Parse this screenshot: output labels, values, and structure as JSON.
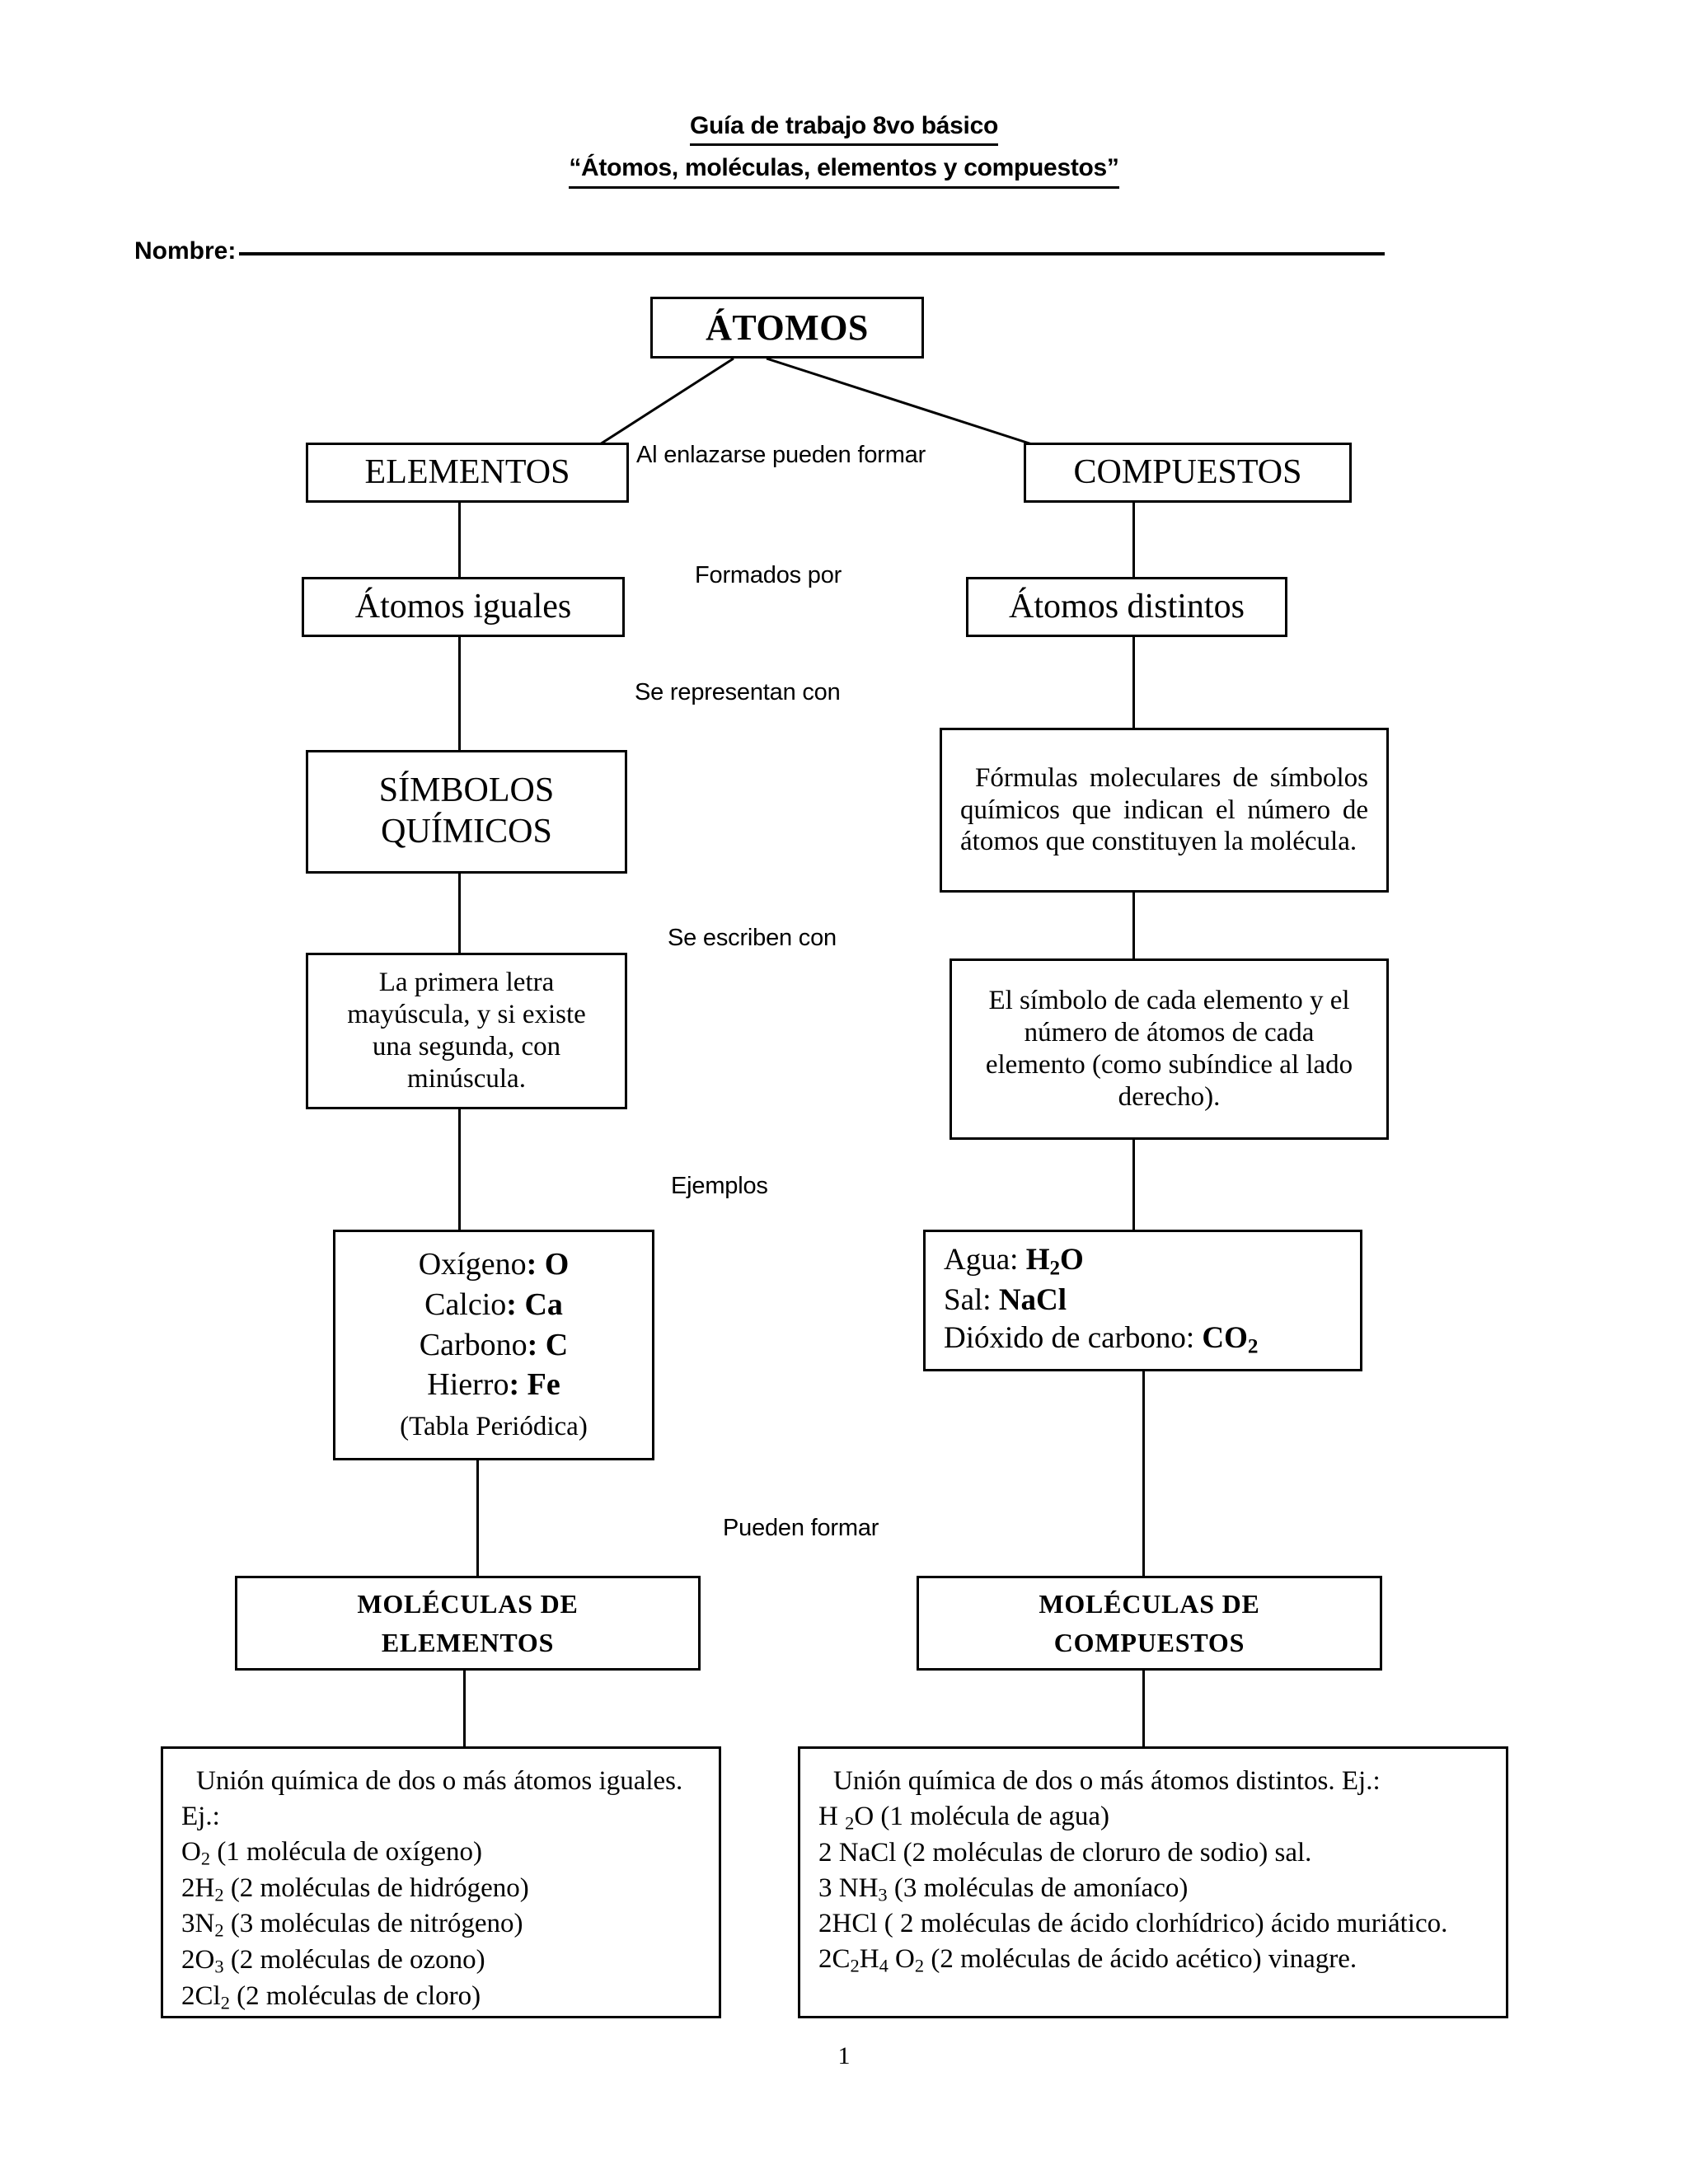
{
  "header": {
    "title_line1": "Guía de trabajo 8vo básico",
    "title_line2": "“Átomos, moléculas, elementos y compuestos”",
    "name_label": "Nombre:"
  },
  "diagram": {
    "nodes": {
      "atomos": "ÁTOMOS",
      "elementos": "ELEMENTOS",
      "compuestos": "COMPUESTOS",
      "atomos_iguales": "Átomos iguales",
      "atomos_distintos": "Átomos distintos",
      "simbolos_quimicos_l1": "SÍMBOLOS",
      "simbolos_quimicos_l2": "QUÍMICOS",
      "formulas_moleculares": "Fórmulas moleculares de símbolos químicos que indican el número de átomos que constituyen la molécula.",
      "primera_letra": "La primera letra mayúscula, y si existe una segunda, con minúscula.",
      "simbolo_cada_elemento": "El símbolo de cada elemento y el número de átomos de cada elemento (como subíndice al lado derecho).",
      "moleculas_elementos_l1": "MOLÉCULAS DE",
      "moleculas_elementos_l2": "ELEMENTOS",
      "moleculas_compuestos_l1": "MOLÉCULAS DE",
      "moleculas_compuestos_l2": "COMPUESTOS"
    },
    "connector_labels": {
      "al_enlazarse": "Al enlazarse pueden formar",
      "formados_por": "Formados  por",
      "se_representan_con": "Se representan con",
      "se_escriben_con": "Se escriben con",
      "ejemplos": "Ejemplos",
      "pueden_formar": "Pueden formar"
    },
    "examples_elements": {
      "lines": [
        {
          "name": "Oxígeno",
          "symbol": "O"
        },
        {
          "name": "Calcio",
          "symbol": "Ca"
        },
        {
          "name": "Carbono",
          "symbol": "C"
        },
        {
          "name": "Hierro",
          "symbol": "Fe"
        }
      ],
      "footnote": "(Tabla Periódica)"
    },
    "examples_compounds": {
      "lines": [
        {
          "name": "Agua:",
          "formula": "H2O"
        },
        {
          "name": "Sal:",
          "formula": "NaCl"
        },
        {
          "name": "Dióxido de carbono:",
          "formula": "CO2"
        }
      ]
    },
    "molecules_elements_detail": {
      "intro": "Unión  química  de dos o más átomos iguales.  Ej.:",
      "items": [
        "O2 (1 molécula  de oxígeno)",
        "2H2 (2 moléculas  de hidrógeno)",
        "3N2 (3 moléculas  de nitrógeno)",
        "2O3 (2 moléculas  de ozono)",
        "2Cl2 (2 moléculas  de cloro)"
      ]
    },
    "molecules_compounds_detail": {
      "intro": "Unión  química  de dos o más átomos distintos.  Ej.:",
      "items": [
        "H 2O (1 molécula  de agua)",
        "2 NaCl (2 moléculas  de cloruro de sodio)  sal.",
        "3 NH3 (3 moléculas  de amoníaco)",
        "2HCl   ( 2 moléculas  de ácido clorhídrico)  ácido muriático.",
        "2C2H4 O2 (2 moléculas  de ácido acético)  vinagre."
      ]
    }
  },
  "footer": {
    "page_number": "1"
  },
  "colors": {
    "ink": "#000000",
    "paper": "#ffffff"
  }
}
